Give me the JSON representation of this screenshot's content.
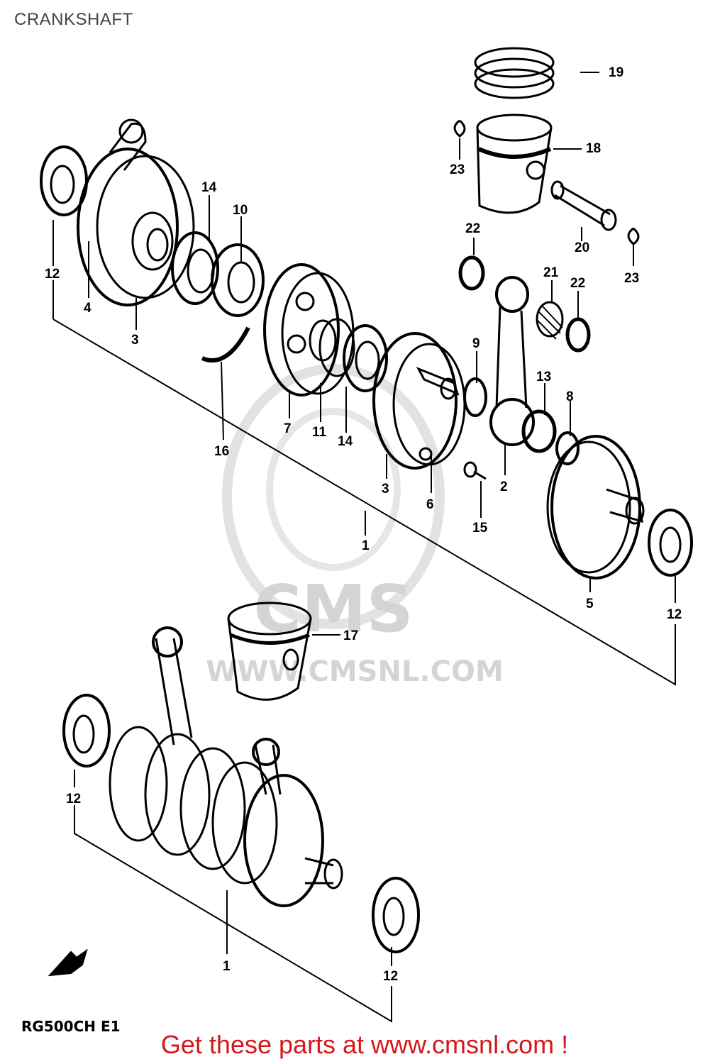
{
  "page": {
    "title": "CRANKSHAFT"
  },
  "watermark": {
    "brand": "CMS",
    "url": "WWW.CMSNL.COM"
  },
  "diagram": {
    "code": "RG500CH E1",
    "callouts": {
      "c19": "19",
      "c18": "18",
      "c23a": "23",
      "c20": "20",
      "c22a": "22",
      "c23b": "23",
      "c21": "21",
      "c22b": "22",
      "c14a": "14",
      "c10": "10",
      "c12a": "12",
      "c4": "4",
      "c3a": "3",
      "c16": "16",
      "c7": "7",
      "c11": "11",
      "c14b": "14",
      "c9": "9",
      "c13": "13",
      "c8": "8",
      "c3b": "3",
      "c6": "6",
      "c15": "15",
      "c2": "2",
      "c1a": "1",
      "c5": "5",
      "c12b": "12",
      "c17": "17",
      "c12c": "12",
      "c1b": "1",
      "c12d": "12"
    }
  },
  "footer": {
    "link_text": "Get these parts at www.cmsnl.com !"
  },
  "colors": {
    "footer_text": "#d6171b",
    "watermark": "#d9d9d9",
    "line_art": "#000000"
  },
  "icons": {
    "forward_arrow": "arrow-icon"
  }
}
